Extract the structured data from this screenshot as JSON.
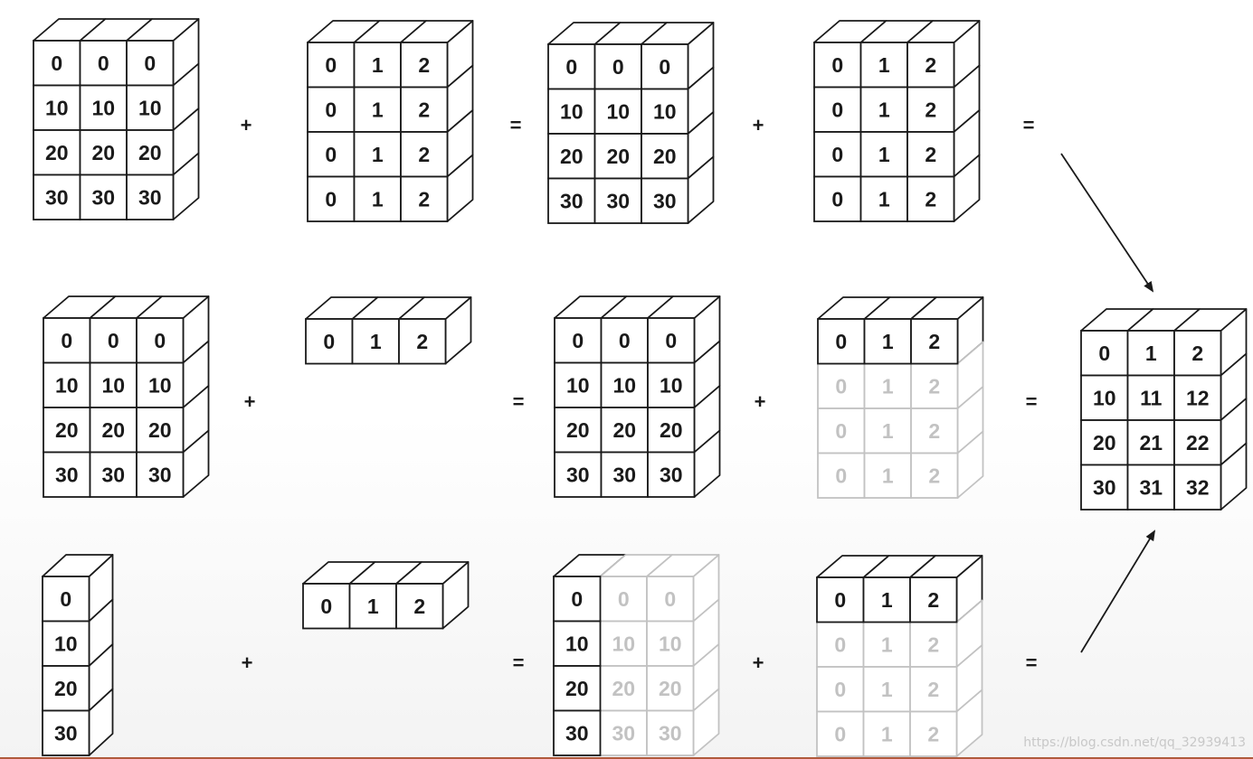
{
  "colors": {
    "solid": "#1a1a1a",
    "faded": "#c2c2c2",
    "watermark": "#c8c8c8"
  },
  "operators": [
    {
      "symbol": "+"
    },
    {
      "symbol": "="
    },
    {
      "symbol": "+"
    },
    {
      "symbol": "="
    },
    {
      "symbol": "+"
    },
    {
      "symbol": "="
    },
    {
      "symbol": "+"
    },
    {
      "symbol": "="
    },
    {
      "symbol": "+"
    },
    {
      "symbol": "="
    },
    {
      "symbol": "+"
    },
    {
      "symbol": "="
    }
  ],
  "arrays": [
    {
      "id": "r1-a",
      "values": [
        [
          "0",
          "0",
          "0"
        ],
        [
          "10",
          "10",
          "10"
        ],
        [
          "20",
          "20",
          "20"
        ],
        [
          "30",
          "30",
          "30"
        ]
      ]
    },
    {
      "id": "r1-b",
      "values": [
        [
          "0",
          "1",
          "2"
        ],
        [
          "0",
          "1",
          "2"
        ],
        [
          "0",
          "1",
          "2"
        ],
        [
          "0",
          "1",
          "2"
        ]
      ]
    },
    {
      "id": "r1-c",
      "values": [
        [
          "0",
          "0",
          "0"
        ],
        [
          "10",
          "10",
          "10"
        ],
        [
          "20",
          "20",
          "20"
        ],
        [
          "30",
          "30",
          "30"
        ]
      ]
    },
    {
      "id": "r1-d",
      "values": [
        [
          "0",
          "1",
          "2"
        ],
        [
          "0",
          "1",
          "2"
        ],
        [
          "0",
          "1",
          "2"
        ],
        [
          "0",
          "1",
          "2"
        ]
      ]
    },
    {
      "id": "r2-a",
      "values": [
        [
          "0",
          "0",
          "0"
        ],
        [
          "10",
          "10",
          "10"
        ],
        [
          "20",
          "20",
          "20"
        ],
        [
          "30",
          "30",
          "30"
        ]
      ]
    },
    {
      "id": "r2-b",
      "values": [
        [
          "0",
          "1",
          "2"
        ]
      ]
    },
    {
      "id": "r2-c",
      "values": [
        [
          "0",
          "0",
          "0"
        ],
        [
          "10",
          "10",
          "10"
        ],
        [
          "20",
          "20",
          "20"
        ],
        [
          "30",
          "30",
          "30"
        ]
      ]
    },
    {
      "id": "r2-d",
      "values": [
        [
          "0",
          "1",
          "2"
        ],
        [
          "0",
          "1",
          "2"
        ],
        [
          "0",
          "1",
          "2"
        ],
        [
          "0",
          "1",
          "2"
        ]
      ],
      "faded_rows": [
        1,
        2,
        3
      ]
    },
    {
      "id": "r3-a",
      "values": [
        [
          "0"
        ],
        [
          "10"
        ],
        [
          "20"
        ],
        [
          "30"
        ]
      ]
    },
    {
      "id": "r3-b",
      "values": [
        [
          "0",
          "1",
          "2"
        ]
      ]
    },
    {
      "id": "r3-c",
      "values": [
        [
          "0",
          "0",
          "0"
        ],
        [
          "10",
          "10",
          "10"
        ],
        [
          "20",
          "20",
          "20"
        ],
        [
          "30",
          "30",
          "30"
        ]
      ],
      "faded_cols": [
        1,
        2
      ]
    },
    {
      "id": "r3-d",
      "values": [
        [
          "0",
          "1",
          "2"
        ],
        [
          "0",
          "1",
          "2"
        ],
        [
          "0",
          "1",
          "2"
        ],
        [
          "0",
          "1",
          "2"
        ]
      ],
      "faded_rows": [
        1,
        2,
        3
      ]
    },
    {
      "id": "result",
      "values": [
        [
          "0",
          "1",
          "2"
        ],
        [
          "10",
          "11",
          "12"
        ],
        [
          "20",
          "21",
          "22"
        ],
        [
          "30",
          "31",
          "32"
        ]
      ]
    }
  ],
  "watermark": "https://blog.csdn.net/qq_32939413"
}
